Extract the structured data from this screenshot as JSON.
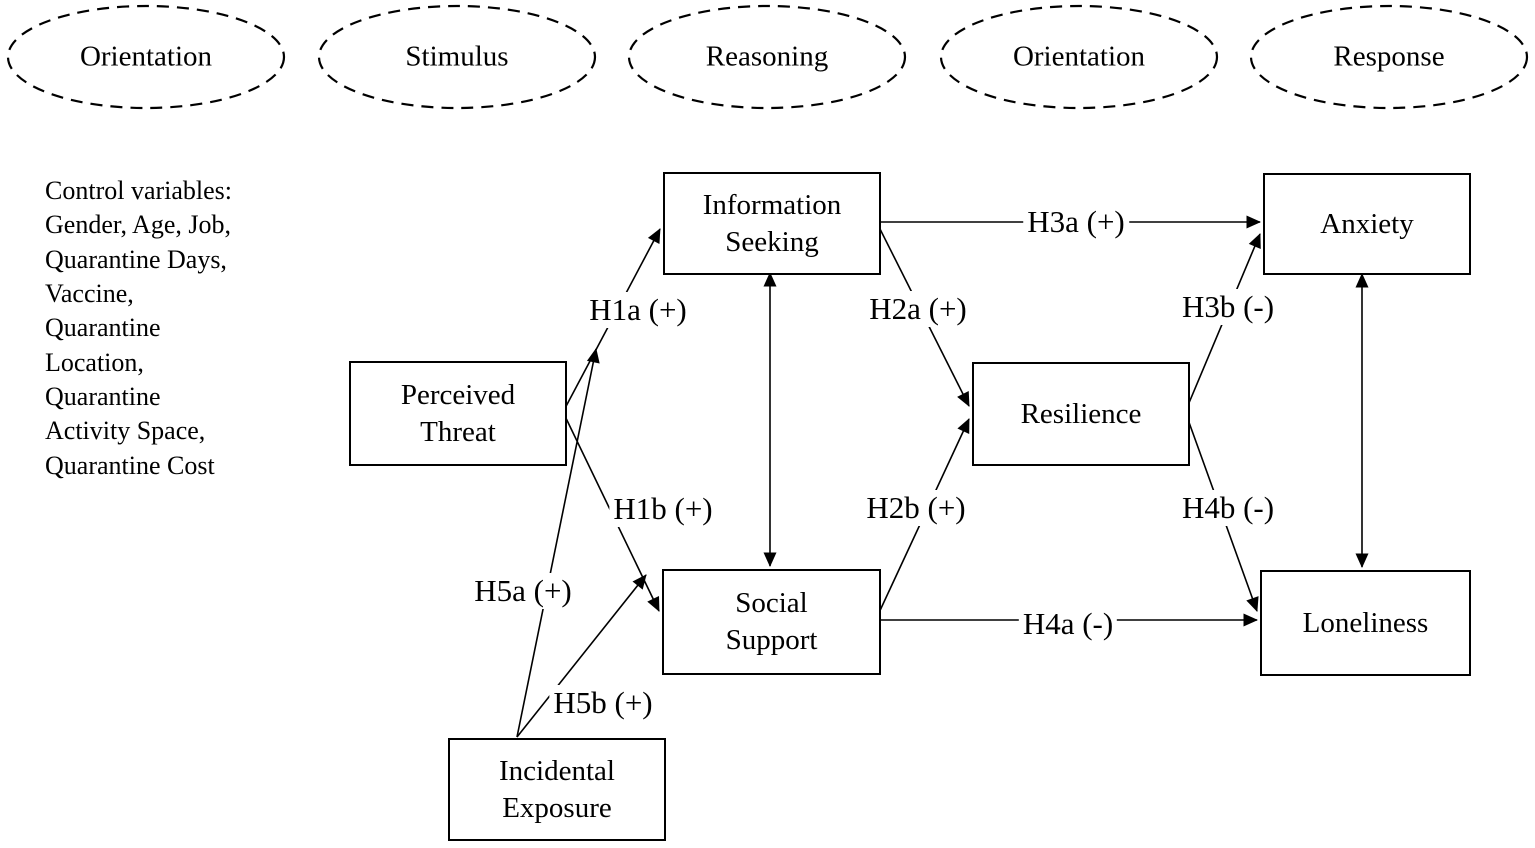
{
  "figure": {
    "stages": [
      {
        "label": "Orientation"
      },
      {
        "label": "Stimulus"
      },
      {
        "label": "Reasoning"
      },
      {
        "label": "Orientation"
      },
      {
        "label": "Response"
      }
    ],
    "control_variables": "Control variables:\nGender, Age, Job,\nQuarantine Days,\nVaccine,\nQuarantine\nLocation,\nQuarantine\nActivity Space,\nQuarantine Cost",
    "constructs": [
      {
        "id": "perceived-threat",
        "label": "Perceived\nThreat"
      },
      {
        "id": "information-seeking",
        "label": "Information\nSeeking"
      },
      {
        "id": "social-support",
        "label": "Social\nSupport"
      },
      {
        "id": "incidental-exposure",
        "label": "Incidental\nExposure"
      },
      {
        "id": "resilience",
        "label": "Resilience"
      },
      {
        "id": "anxiety",
        "label": "Anxiety"
      },
      {
        "id": "loneliness",
        "label": "Loneliness"
      }
    ],
    "edges": [
      {
        "label": "H1a (+)",
        "from": "perceived-threat",
        "to": "information-seeking",
        "type": "directed"
      },
      {
        "label": "H1b (+)",
        "from": "perceived-threat",
        "to": "social-support",
        "type": "directed"
      },
      {
        "label": "H2a (+)",
        "from": "information-seeking",
        "to": "resilience",
        "type": "directed"
      },
      {
        "label": "H2b (+)",
        "from": "social-support",
        "to": "resilience",
        "type": "directed"
      },
      {
        "label": "H3a (+)",
        "from": "information-seeking",
        "to": "anxiety",
        "type": "directed"
      },
      {
        "label": "H3b (-)",
        "from": "resilience",
        "to": "anxiety",
        "type": "directed"
      },
      {
        "label": "H4a (-)",
        "from": "social-support",
        "to": "loneliness",
        "type": "directed"
      },
      {
        "label": "H4b (-)",
        "from": "resilience",
        "to": "loneliness",
        "type": "directed"
      },
      {
        "label": "H5a (+)",
        "from": "incidental-exposure",
        "to": "information-seeking",
        "type": "directed"
      },
      {
        "label": "H5b (+)",
        "from": "incidental-exposure",
        "to": "social-support",
        "type": "directed"
      },
      {
        "from": "information-seeking",
        "to": "social-support",
        "type": "bidirectional"
      },
      {
        "from": "anxiety",
        "to": "loneliness",
        "type": "bidirectional"
      }
    ],
    "colors": {
      "ink": "#000000",
      "background": "#ffffff"
    }
  }
}
